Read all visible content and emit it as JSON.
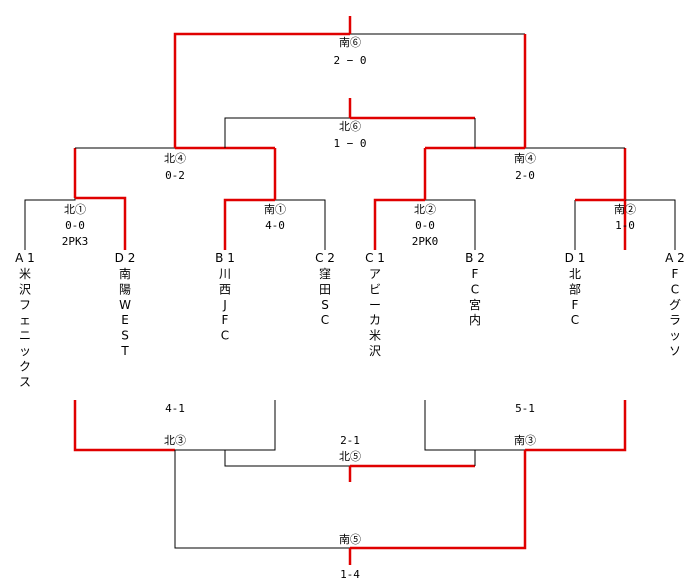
{
  "colors": {
    "winner_line": "#e00000",
    "loser_line": "#000000"
  },
  "teams": [
    {
      "seed": "A 1",
      "name": "米沢フェニックス"
    },
    {
      "seed": "D 2",
      "name": "南陽WEST"
    },
    {
      "seed": "B 1",
      "name": "川西JFC"
    },
    {
      "seed": "C 2",
      "name": "窪田SC"
    },
    {
      "seed": "C 1",
      "name": "アビーカ米沢"
    },
    {
      "seed": "B 2",
      "name": "FC宮内"
    },
    {
      "seed": "D 1",
      "name": "北部FC"
    },
    {
      "seed": "A 2",
      "name": "FCグラッソ"
    }
  ],
  "matches": {
    "kita1": {
      "label": "北①",
      "score": "0-0",
      "pk": "2PK3"
    },
    "minami1": {
      "label": "南①",
      "score": "4-0"
    },
    "kita2": {
      "label": "北②",
      "score": "0-0",
      "pk": "2PK0"
    },
    "minami2": {
      "label": "南②",
      "score": "1-0"
    },
    "kita4": {
      "label": "北④",
      "score": "0-2"
    },
    "minami4": {
      "label": "南④",
      "score": "2-0"
    },
    "kita6": {
      "label": "北⑥",
      "score": "1 − 0"
    },
    "minami6": {
      "label": "南⑥",
      "score": "2 − 0"
    },
    "kita3": {
      "label": "北③",
      "score": "4-1"
    },
    "minami3": {
      "label": "南③",
      "score": "5-1"
    },
    "kita5": {
      "label": "北⑤",
      "score": "2-1"
    },
    "minami5": {
      "label": "南⑤",
      "score": "1-4"
    }
  }
}
